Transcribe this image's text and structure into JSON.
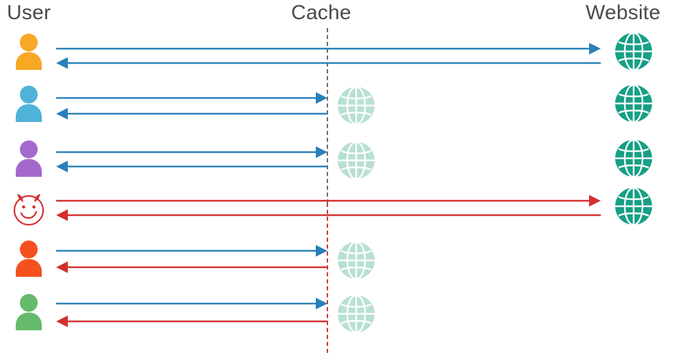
{
  "diagram": {
    "title_columns": {
      "user": "User",
      "cache": "Cache",
      "website": "Website"
    },
    "colors": {
      "arrow_blue": "#2980b9",
      "arrow_red": "#d32f2f",
      "divider_gray": "#6b6b6b",
      "divider_red": "#d32f2f",
      "globe_origin": "#16a085",
      "globe_cache": "#b9e0d2",
      "label_text": "#4a4a4a",
      "user_yellow": "#f9a825",
      "user_blue": "#4fb3d9",
      "user_purple": "#a569cd",
      "attacker_red": "#d32f2f",
      "user_orange": "#f4511e",
      "user_green": "#66bb6a"
    },
    "divider": {
      "gray_segment_label": "cache-boundary-gray",
      "red_segment_label": "cache-boundary-red"
    },
    "rows": [
      {
        "id": "row-1",
        "actor": {
          "name": "user-yellow",
          "type": "person",
          "color": "#f9a825"
        },
        "request": {
          "color": "#2980b9",
          "from": "user",
          "to": "website",
          "direction": "right",
          "has_head": true
        },
        "response": {
          "color": "#2980b9",
          "from": "website",
          "to": "user",
          "direction": "left",
          "has_head": true
        },
        "cache_globe": false,
        "origin_globe": true
      },
      {
        "id": "row-2",
        "actor": {
          "name": "user-blue",
          "type": "person",
          "color": "#4fb3d9"
        },
        "request": {
          "color": "#2980b9",
          "from": "user",
          "to": "cache",
          "direction": "right",
          "has_head": true
        },
        "response": {
          "color": "#2980b9",
          "from": "cache",
          "to": "user",
          "direction": "left",
          "has_head": true
        },
        "cache_globe": true,
        "origin_globe": true
      },
      {
        "id": "row-3",
        "actor": {
          "name": "user-purple",
          "type": "person",
          "color": "#a569cd"
        },
        "request": {
          "color": "#2980b9",
          "from": "user",
          "to": "cache",
          "direction": "right",
          "has_head": true
        },
        "response": {
          "color": "#2980b9",
          "from": "cache",
          "to": "user",
          "direction": "left",
          "has_head": true
        },
        "cache_globe": true,
        "origin_globe": true
      },
      {
        "id": "row-4",
        "actor": {
          "name": "attacker-devil",
          "type": "devil",
          "color": "#d32f2f"
        },
        "request": {
          "color": "#d32f2f",
          "from": "attacker",
          "to": "website",
          "direction": "right",
          "has_head": true
        },
        "response": {
          "color": "#d32f2f",
          "from": "website",
          "to": "attacker",
          "direction": "left",
          "has_head": true
        },
        "cache_globe": false,
        "origin_globe": true
      },
      {
        "id": "row-5",
        "actor": {
          "name": "user-orange",
          "type": "person",
          "color": "#f4511e"
        },
        "request": {
          "color": "#2980b9",
          "from": "user",
          "to": "cache",
          "direction": "right",
          "has_head": true
        },
        "response": {
          "color": "#d32f2f",
          "from": "cache",
          "to": "user",
          "direction": "left",
          "has_head": true
        },
        "cache_globe": true,
        "origin_globe": false
      },
      {
        "id": "row-6",
        "actor": {
          "name": "user-green",
          "type": "person",
          "color": "#66bb6a"
        },
        "request": {
          "color": "#2980b9",
          "from": "user",
          "to": "cache",
          "direction": "right",
          "has_head": true
        },
        "response": {
          "color": "#d32f2f",
          "from": "cache",
          "to": "user",
          "direction": "left",
          "has_head": true
        },
        "cache_globe": true,
        "origin_globe": false
      }
    ]
  }
}
